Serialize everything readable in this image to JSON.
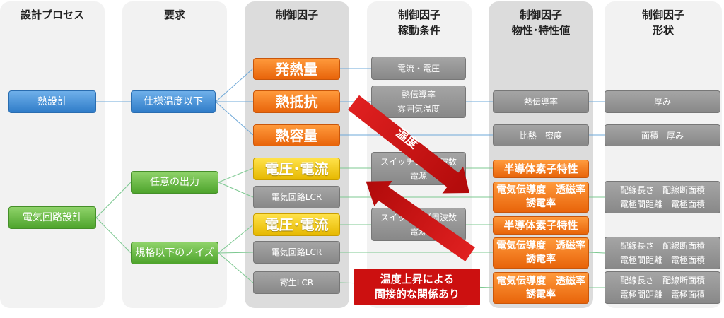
{
  "columns": {
    "c1": "設計プロセス",
    "c2": "要求",
    "c3": "制御因子",
    "c4": [
      "制御因子",
      "稼動条件"
    ],
    "c5": [
      "制御因子",
      "物性･特性値"
    ],
    "c6": [
      "制御因子",
      "形状"
    ]
  },
  "process": {
    "thermal": "熱設計",
    "electrical": "電気回路設計"
  },
  "requirements": {
    "temp": "仕様温度以下",
    "output": "任意の出力",
    "noise": "規格以下のノイズ"
  },
  "factors": {
    "heat": "発熱量",
    "resistance": "熱抵抗",
    "capacity": "熱容量",
    "voltage1": "電圧･電流",
    "lcr1": "電気回路LCR",
    "voltage2": "電圧･電流",
    "lcr2": "電気回路LCR",
    "parasitic": "寄生LCR"
  },
  "conditions": {
    "current": "電流・電圧",
    "conductivity": [
      "熱伝導率",
      "雰囲気温度"
    ],
    "switching1": [
      "スイッチング周波数",
      "電源"
    ],
    "switching2": [
      "スイッチング周波数",
      "電源"
    ]
  },
  "properties": {
    "conductivity": "熱伝導率",
    "specific": "比熱　密度",
    "semi1": "半導体素子特性",
    "elec1": [
      "電気伝導度　透磁率",
      "誘電率"
    ],
    "semi2": "半導体素子特性",
    "elec2": [
      "電気伝導度　透磁率",
      "誘電率"
    ],
    "elec3": [
      "電気伝導度　透磁率",
      "誘電率"
    ]
  },
  "shapes": {
    "thickness": "厚み",
    "area": "面積　厚み",
    "wiring1": [
      "配線長さ　配線断面積",
      "電極間距離　電極面積"
    ],
    "wiring2": [
      "配線長さ　配線断面積",
      "電極間距離　電極面積"
    ],
    "wiring3": [
      "配線長さ　配線断面積",
      "電極間距離　電極面積"
    ]
  },
  "annotations": {
    "temperature": "温度",
    "indirect": [
      "温度上昇による",
      "間接的な関係あり"
    ]
  },
  "colors": {
    "blue": "#2f7cc8",
    "green": "#4ea42c",
    "orange": "#e8640a",
    "yellow": "#e6b800",
    "gray": "#888888",
    "red_arrow": "#c81010"
  }
}
